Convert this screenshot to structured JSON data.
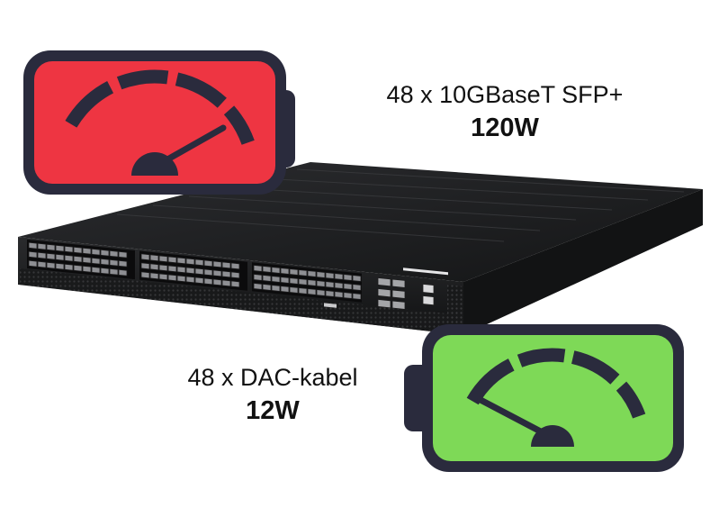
{
  "top_spec": {
    "ports": "48 x 10GBaseT SFP+",
    "power": "120W"
  },
  "bottom_spec": {
    "ports": "48 x DAC-kabel",
    "power": "12W"
  },
  "colors": {
    "high_power_battery": "#ee3542",
    "low_power_battery": "#7ed957",
    "battery_frame": "#2a2b3d",
    "switch_body": "#1c1d1f"
  },
  "icons": {
    "high": "speedometer-icon",
    "low": "speedometer-icon"
  }
}
